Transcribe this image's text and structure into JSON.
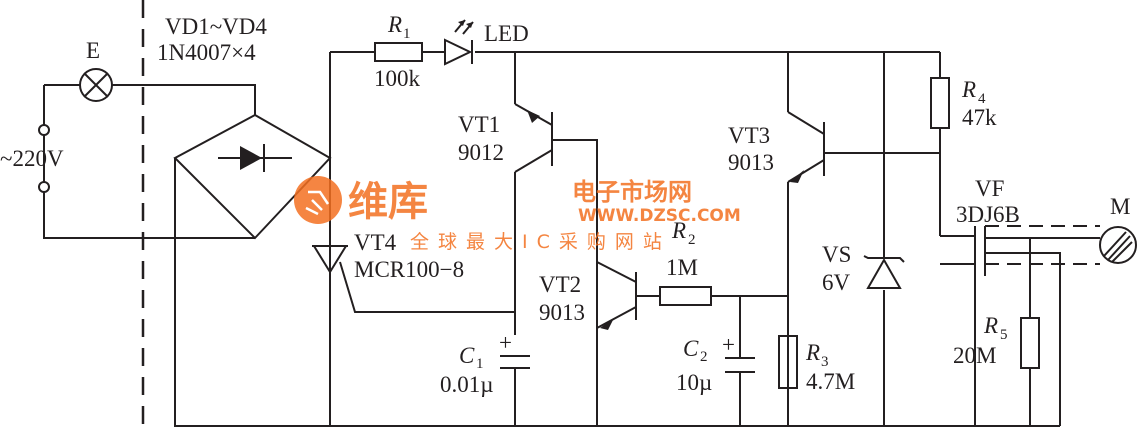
{
  "labels": {
    "lamp": "E",
    "mains": "~220V",
    "bridge_ref": "VD1~VD4",
    "bridge_part": "1N4007×4",
    "r1_ref": "R",
    "r1_sub": "1",
    "r1_val": "100k",
    "led": "LED",
    "vt1_ref": "VT1",
    "vt1_part": "9012",
    "vt4_ref": "VT4",
    "vt4_part": "MCR100−8",
    "vt2_ref": "VT2",
    "vt2_part": "9013",
    "c1_ref": "C",
    "c1_sub": "1",
    "c1_val": "0.01µ",
    "r2_ref": "R",
    "r2_sub": "2",
    "r2_val": "1M",
    "c2_ref": "C",
    "c2_sub": "2",
    "c2_val": "10µ",
    "r3_ref": "R",
    "r3_sub": "3",
    "r3_val": "4.7M",
    "vt3_ref": "VT3",
    "vt3_part": "9013",
    "vs_ref": "VS",
    "vs_val": "6V",
    "r4_ref": "R",
    "r4_sub": "4",
    "r4_val": "47k",
    "vf_ref": "VF",
    "vf_part": "3DJ6B",
    "r5_ref": "R",
    "r5_sub": "5",
    "r5_val": "20M",
    "motor": "M",
    "plus": "+"
  },
  "watermark": {
    "brand": "维库",
    "tagline": "电子市场网",
    "url": "WWW.DZSC.COM",
    "subtitle": "全球最大IC采购网站",
    "color": "#f37021"
  }
}
